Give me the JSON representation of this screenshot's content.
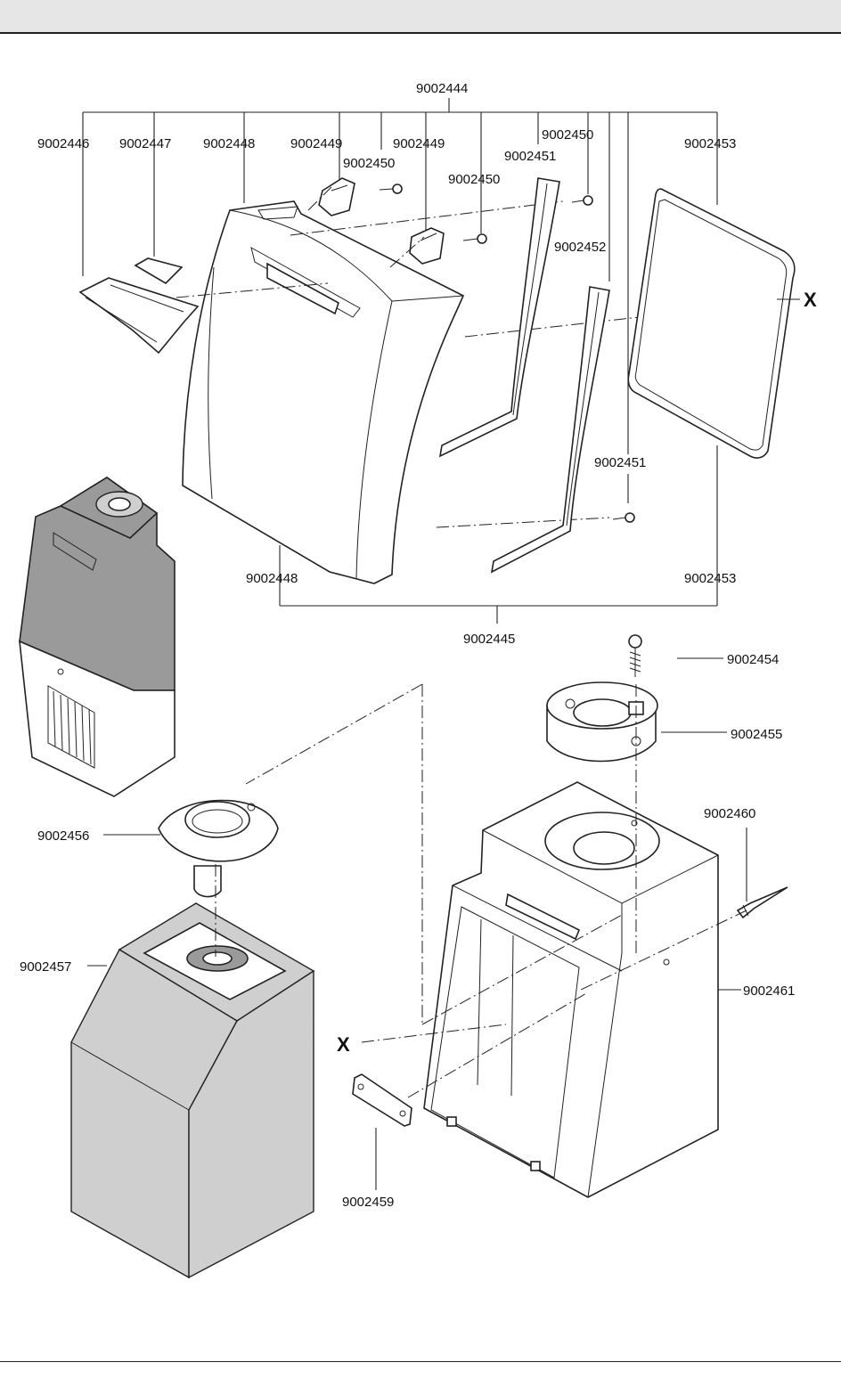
{
  "labels": {
    "p9002444": "9002444",
    "p9002446": "9002446",
    "p9002447": "9002447",
    "p9002448_top": "9002448",
    "p9002449_a": "9002449",
    "p9002449_b": "9002449",
    "p9002450_a": "9002450",
    "p9002450_b": "9002450",
    "p9002450_c": "9002450",
    "p9002451_top": "9002451",
    "p9002452": "9002452",
    "p9002453_top": "9002453",
    "p9002451_bottom": "9002451",
    "p9002448_bottom": "9002448",
    "p9002453_bottom": "9002453",
    "p9002445": "9002445",
    "p9002454": "9002454",
    "p9002455": "9002455",
    "p9002456": "9002456",
    "p9002460": "9002460",
    "p9002457": "9002457",
    "p9002461": "9002461",
    "p9002459": "9002459",
    "x_right": "X",
    "x_left": "X"
  }
}
